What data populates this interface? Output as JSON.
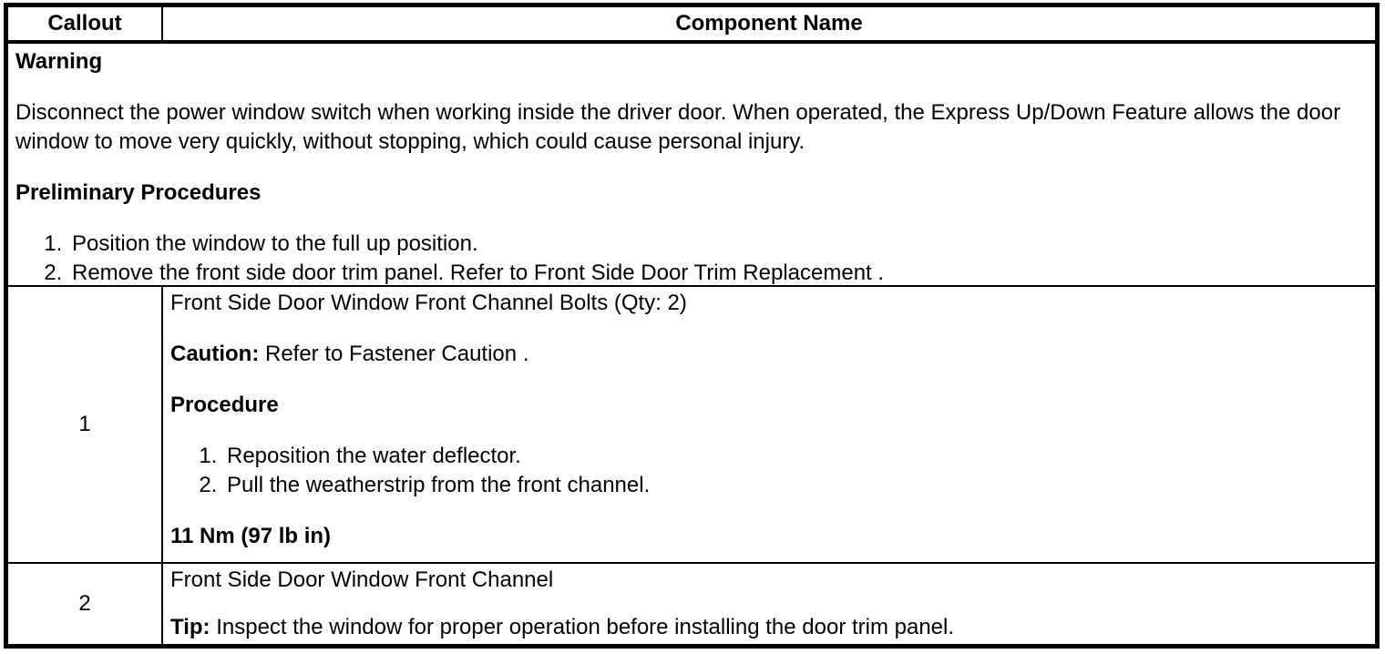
{
  "table": {
    "header": {
      "callout": "Callout",
      "component": "Component Name"
    },
    "warning": {
      "title": "Warning",
      "body": "Disconnect the power window switch when working inside the driver door. When operated, the Express Up/Down Feature allows the door window to move very quickly, without stopping, which could cause personal injury.",
      "preliminary_title": "Preliminary Procedures",
      "steps": [
        "Position the window to the full up position.",
        "Remove the front side door trim panel. Refer to Front Side Door Trim Replacement ."
      ]
    },
    "rows": [
      {
        "callout": "1",
        "name": "Front Side Door Window Front Channel Bolts (Qty: 2)",
        "caution_label": "Caution:",
        "caution_text": " Refer to Fastener Caution .",
        "procedure_title": "Procedure",
        "steps": [
          "Reposition the water deflector.",
          "Pull the weatherstrip from the front channel."
        ],
        "torque": "11 Nm (97 lb in)"
      },
      {
        "callout": "2",
        "name": "Front Side Door Window Front Channel",
        "tip_label": "Tip:",
        "tip_text": " Inspect the window for proper operation before installing the door trim panel."
      }
    ]
  }
}
